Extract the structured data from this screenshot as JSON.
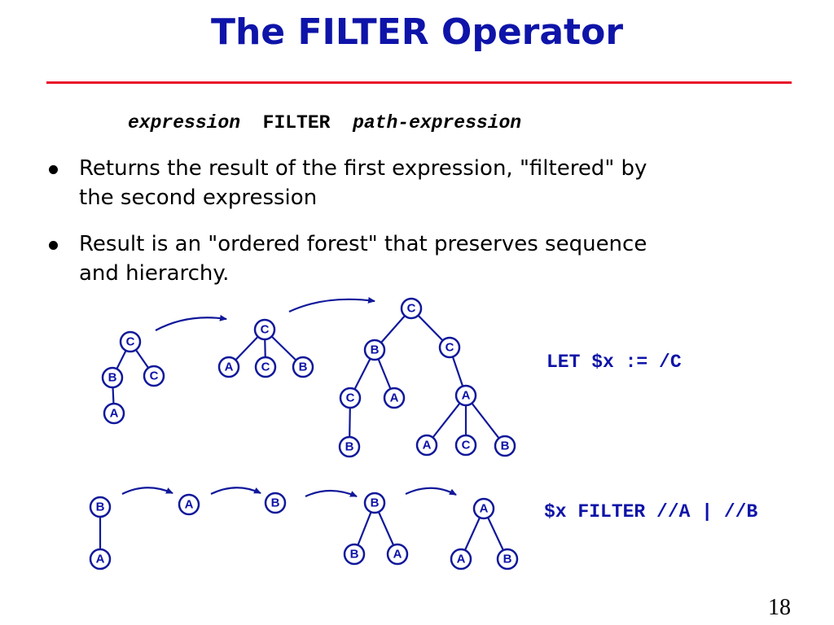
{
  "slide": {
    "title": "The FILTER Operator",
    "syntax": {
      "expr": "expression",
      "keyword": "FILTER",
      "path": "path-expression"
    },
    "bullets": [
      {
        "line1": "Returns the result of the first expression, \"filtered\" by",
        "line2": "the second expression"
      },
      {
        "line1": "Result is an \"ordered forest\" that preserves sequence",
        "line2": "and hierarchy."
      }
    ],
    "code_let": "LET $x := /C",
    "code_filter": "$x FILTER //A | //B",
    "page_number": "18"
  },
  "colors": {
    "title": "#0e14a8",
    "rule": "#e8112a",
    "node": "#10189a"
  },
  "diagram": {
    "top_trees": [
      [
        "C",
        "B",
        "C",
        "A"
      ],
      [
        "C",
        "A",
        "C",
        "B"
      ],
      [
        "C",
        "B",
        "C",
        "C",
        "A",
        "A",
        "B",
        "A",
        "C",
        "B"
      ]
    ],
    "bottom_trees": [
      [
        "B",
        "A"
      ],
      [
        "A"
      ],
      [
        "B"
      ],
      [
        "B",
        "B",
        "A"
      ],
      [
        "A",
        "A",
        "B"
      ]
    ]
  }
}
